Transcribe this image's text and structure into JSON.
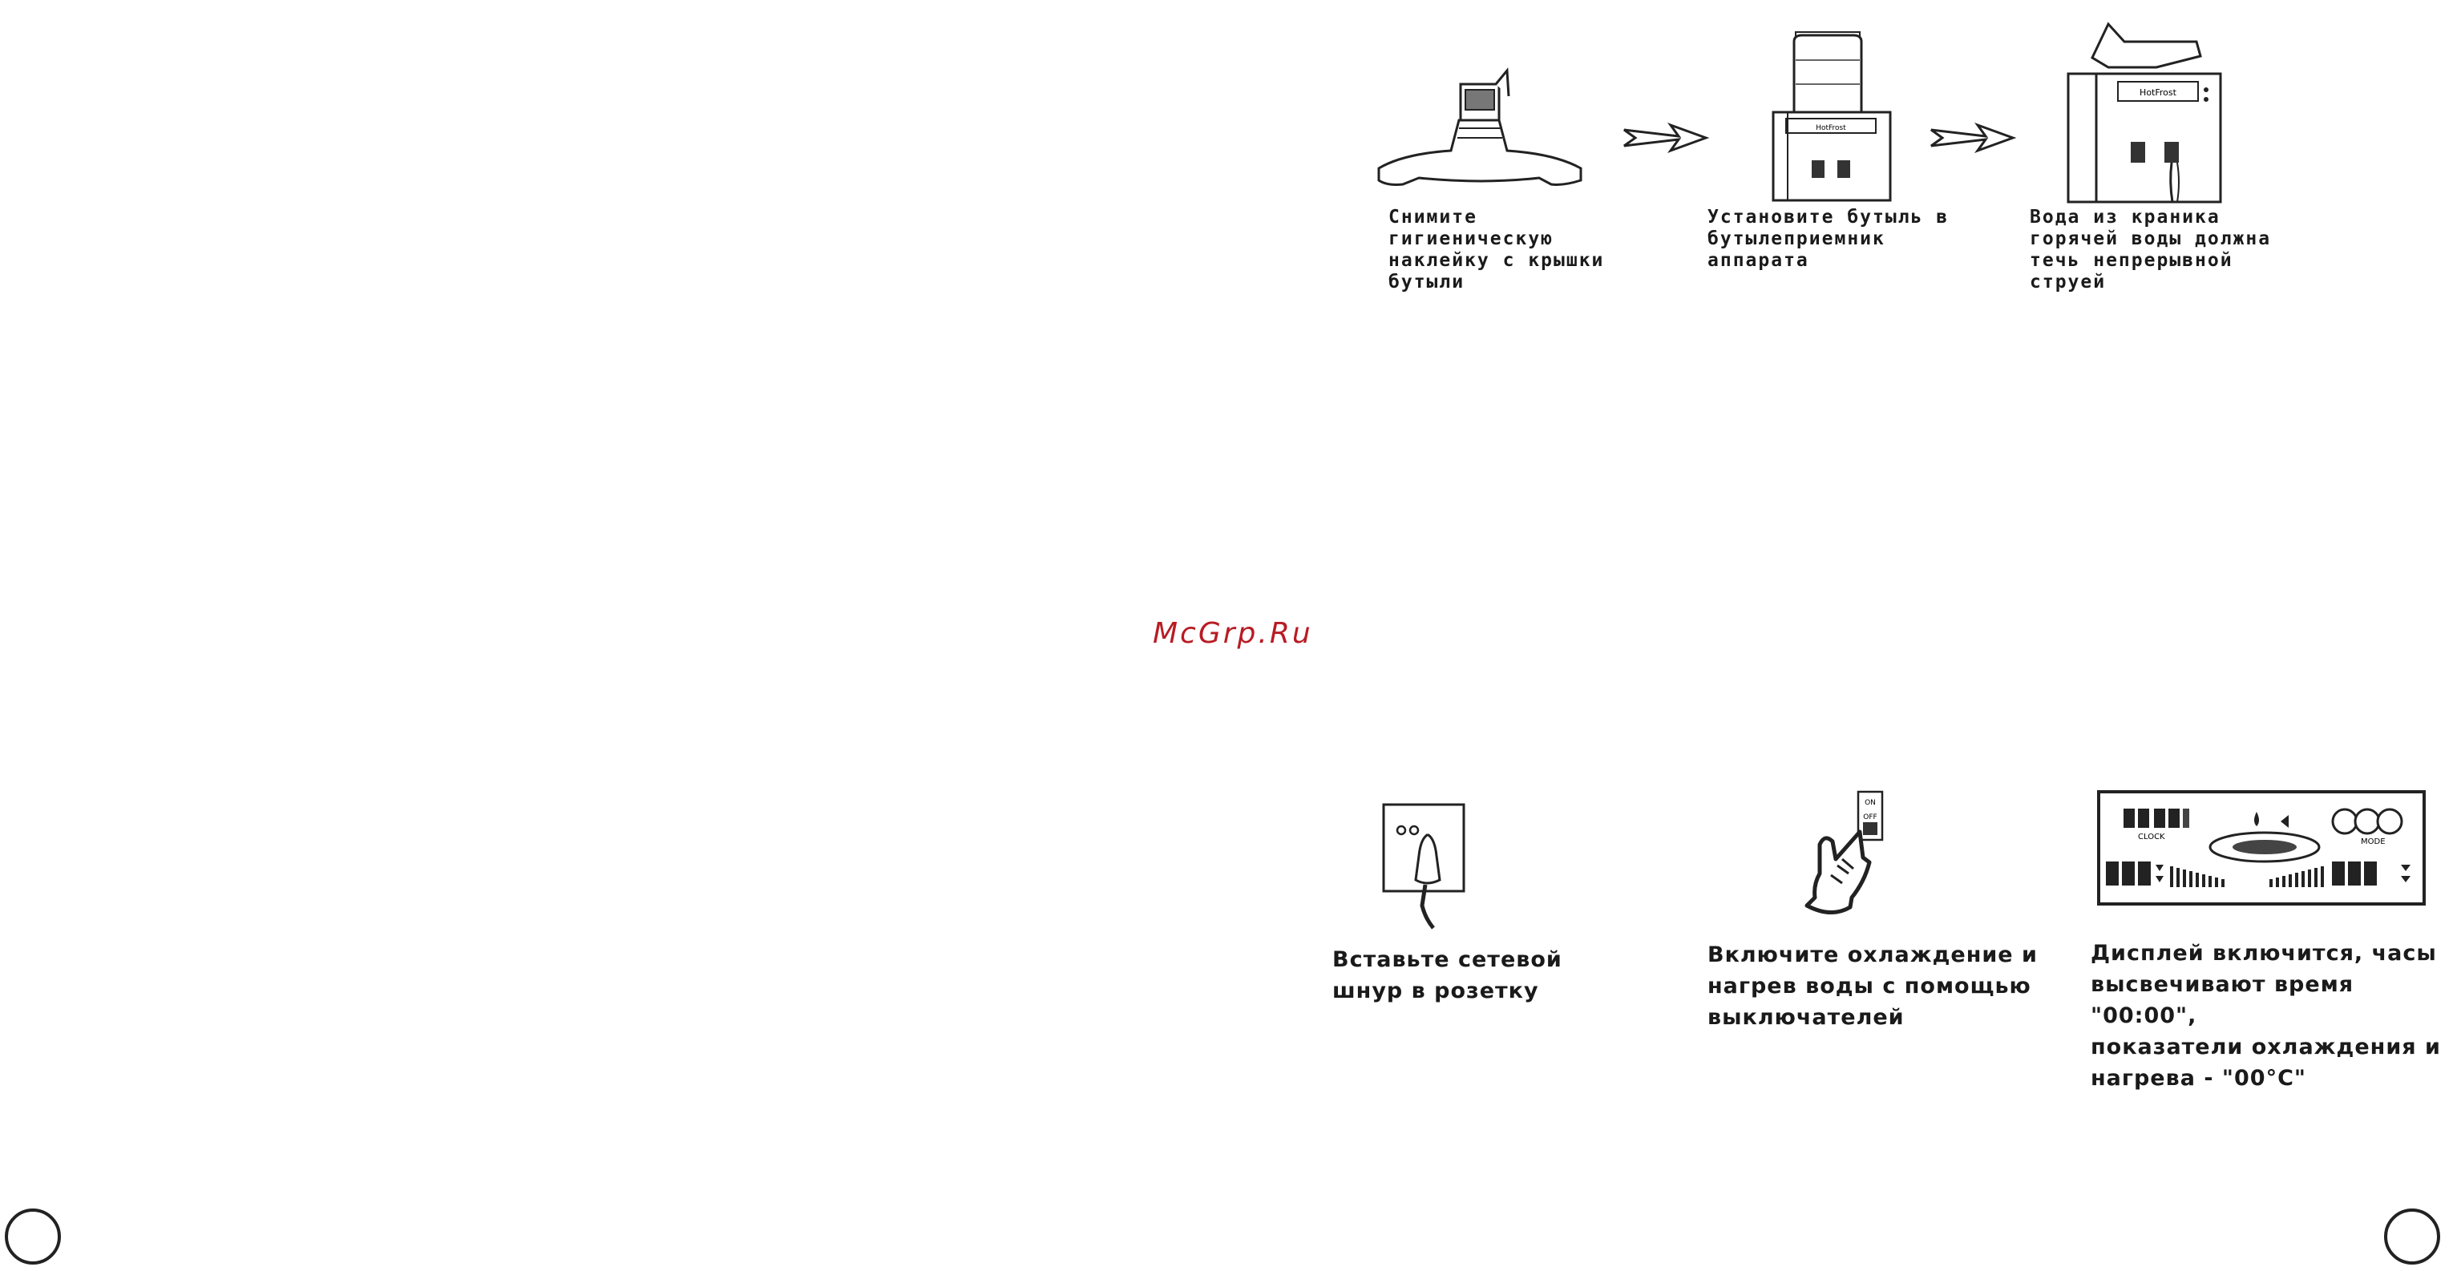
{
  "watermark": "McGrp.Ru",
  "top_steps": [
    {
      "caption": "Снимите\nгигиеническую\nнаклейку с крышки\nбутыли",
      "image": "bottle-cap-illustration"
    },
    {
      "caption": "Установите бутыль в\nбутылеприемник\nаппарата",
      "image": "dispenser-with-bottle-illustration"
    },
    {
      "caption": "Вода из краника\nгорячей воды должна\nтечь непрерывной\nструей",
      "image": "dispenser-pouring-illustration"
    }
  ],
  "bottom_steps": [
    {
      "caption": "Вставьте сетевой\nшнур в розетку",
      "image": "power-socket-illustration"
    },
    {
      "caption": "Включите охлаждение и\nнагрев воды с помощью\nвыключателей",
      "image": "hand-switch-illustration"
    },
    {
      "caption": "Дисплей включится, часы\nвысвечивают время \"00:00\",\nпоказатели охлаждения и\nнагрева - \"00°С\"",
      "image": "lcd-display-illustration"
    }
  ],
  "illustration_text": {
    "brand": "HotFrost",
    "switch_on": "ON",
    "switch_off": "OFF",
    "lcd_clock": "CLOCK",
    "lcd_mode": "MODE"
  },
  "icons": [
    "arrow-right-icon",
    "page-circle-icon"
  ]
}
